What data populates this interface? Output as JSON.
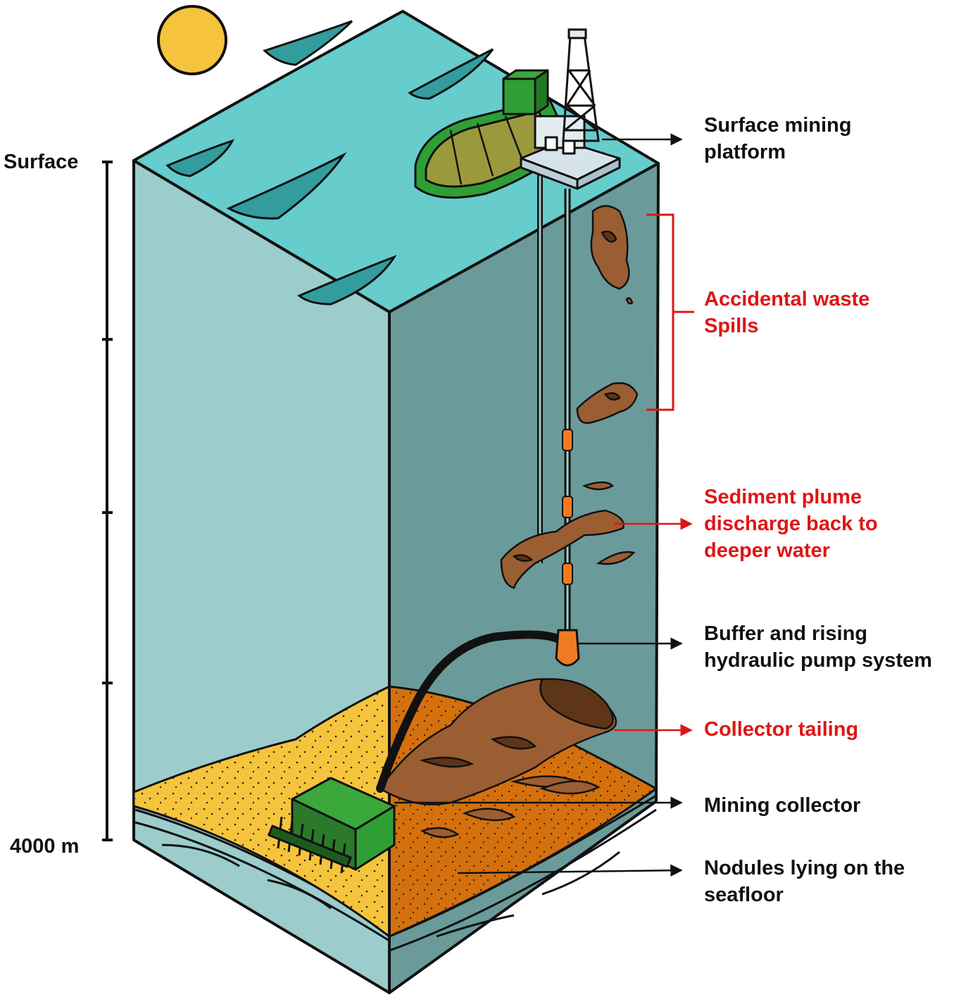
{
  "depth_scale": {
    "top_label": "Surface",
    "bottom_label": "4000 m"
  },
  "labels": {
    "surface_platform": [
      "Surface mining",
      "platform"
    ],
    "waste_spills": [
      "Accidental waste",
      "Spills"
    ],
    "sediment_plume": [
      "Sediment plume",
      "discharge back to",
      "deeper water"
    ],
    "buffer_pump": [
      "Buffer and rising",
      "hydraulic pump system"
    ],
    "collector_tailing": [
      "Collector tailing"
    ],
    "mining_collector": [
      "Mining collector"
    ],
    "nodules": [
      "Nodules lying on the",
      "seafloor"
    ]
  },
  "colors": {
    "ocean_top": "#66cccc",
    "wave_dark": "#339c9c",
    "water_front": "#9ccccc",
    "water_right": "#6b9a9a",
    "sand": "#f5c43c",
    "orange_floor": "#d4700e",
    "sediment": "#9a5e32",
    "sediment_dark": "#5e3517",
    "machine_green": "#2f9e35",
    "ship_olive": "#9a9a3c",
    "sun": "#f5c43c",
    "label_red": "#e01515",
    "pipe_orange": "#f07a22"
  }
}
